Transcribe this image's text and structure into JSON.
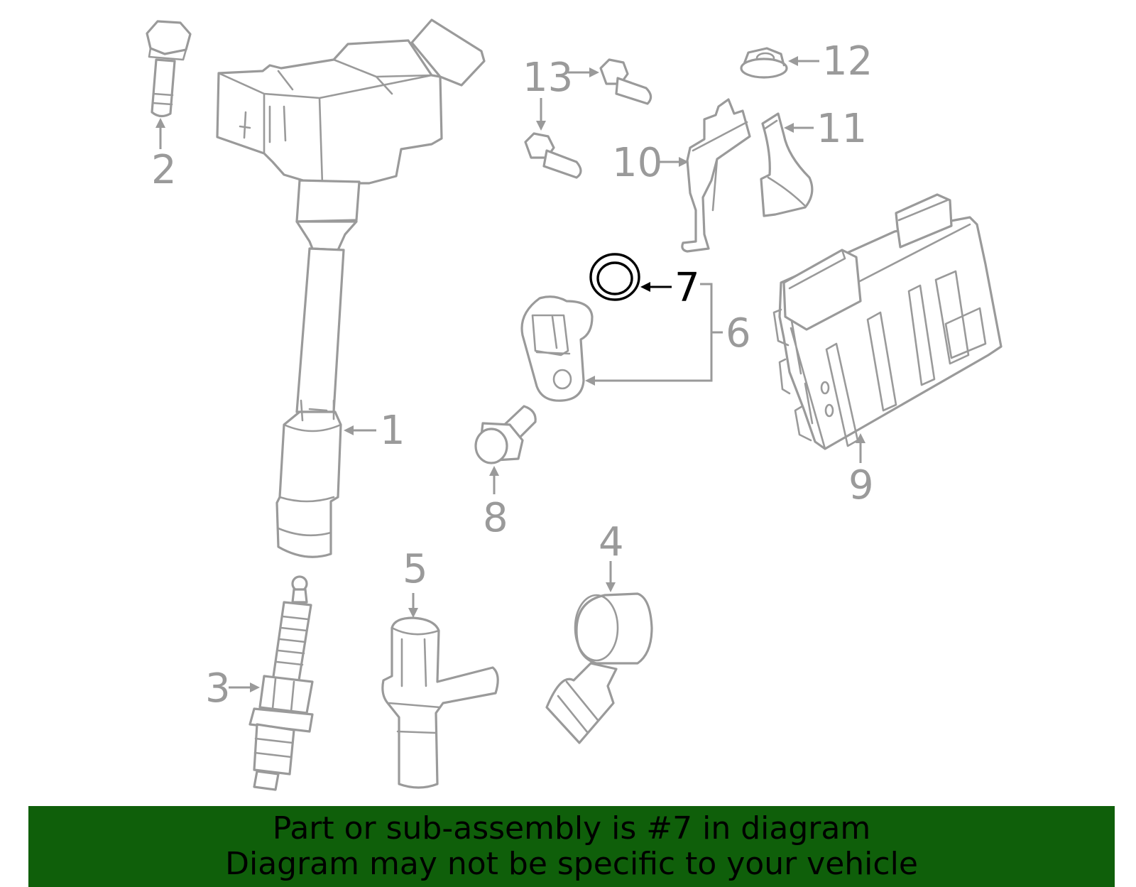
{
  "callouts": {
    "c1": "1",
    "c2": "2",
    "c3": "3",
    "c4": "4",
    "c5": "5",
    "c6": "6",
    "c7": "7",
    "c8": "8",
    "c9": "9",
    "c10": "10",
    "c11": "11",
    "c12": "12",
    "c13": "13"
  },
  "highlighted_part": "7",
  "colors": {
    "line": "#9a9a9a",
    "highlight": "#000000",
    "banner_bg": "#0f5f0a",
    "banner_text": "#000000"
  },
  "banner": {
    "line1": "Part or sub-assembly is #7 in diagram",
    "line2": "Diagram may not be specific to your vehicle"
  }
}
